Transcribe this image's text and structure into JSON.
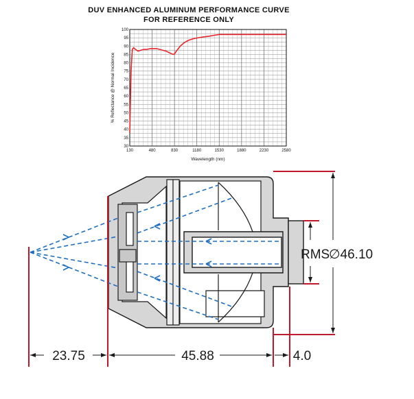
{
  "title_line1": "DUV ENHANCED ALUMINUM PERFORMANCE CURVE",
  "title_line2": "FOR REFERENCE ONLY",
  "colors": {
    "curve": "#e8252a",
    "rays": "#1e6fc0",
    "dims": "#c0182a",
    "housing": "#d6d6d6",
    "outline": "#1a1a1a"
  },
  "chart_data": {
    "type": "line",
    "xlabel": "Wavelength (nm)",
    "ylabel": "% Reflectance @ Normal Incidence",
    "xlim": [
      130,
      2580
    ],
    "ylim": [
      30,
      100
    ],
    "x_ticks": [
      "130",
      "480",
      "830",
      "1180",
      "1530",
      "1880",
      "2230",
      "2580"
    ],
    "y_ticks": [
      "30",
      "35",
      "40",
      "45",
      "50",
      "55",
      "60",
      "65",
      "70",
      "75",
      "80",
      "85",
      "90",
      "95",
      "100"
    ],
    "grid": true,
    "series": [
      {
        "x": [
          130,
          150,
          170,
          190,
          220,
          260,
          300,
          350,
          400,
          450,
          500,
          550,
          600,
          650,
          700,
          750,
          780,
          810,
          830,
          850,
          880,
          920,
          980,
          1050,
          1130,
          1200,
          1280,
          1380,
          1450,
          1530,
          1600,
          1800,
          2000,
          2200,
          2400,
          2580
        ],
        "y": [
          38,
          75,
          88,
          89,
          88,
          87,
          87.5,
          88,
          88,
          88.5,
          88.5,
          88.5,
          88,
          87.5,
          87,
          86,
          85.5,
          85,
          85.2,
          86.5,
          88,
          90,
          92,
          93.5,
          94.5,
          95,
          95.5,
          96,
          96.5,
          97,
          97,
          97,
          97,
          97,
          97,
          97
        ]
      }
    ]
  },
  "dimensions": {
    "left_length": "23.75",
    "housing_length": "45.88",
    "flange_length": "4.0",
    "rms_label": "RMS",
    "diameter": "∅46.10"
  }
}
